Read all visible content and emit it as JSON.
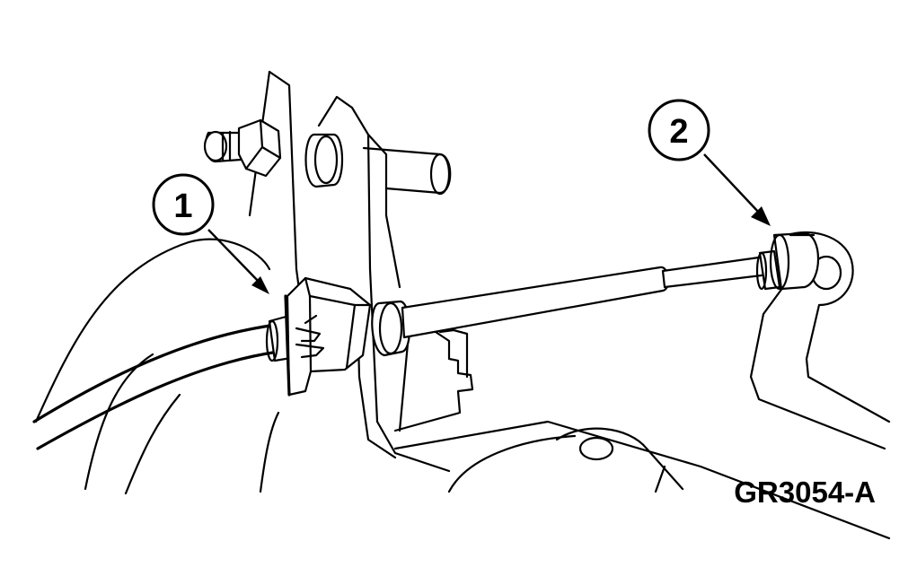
{
  "callouts": [
    {
      "label": "1"
    },
    {
      "label": "2"
    }
  ],
  "reference_id": "GR3054-A",
  "colors": {
    "line": "#000000",
    "background": "#ffffff"
  }
}
